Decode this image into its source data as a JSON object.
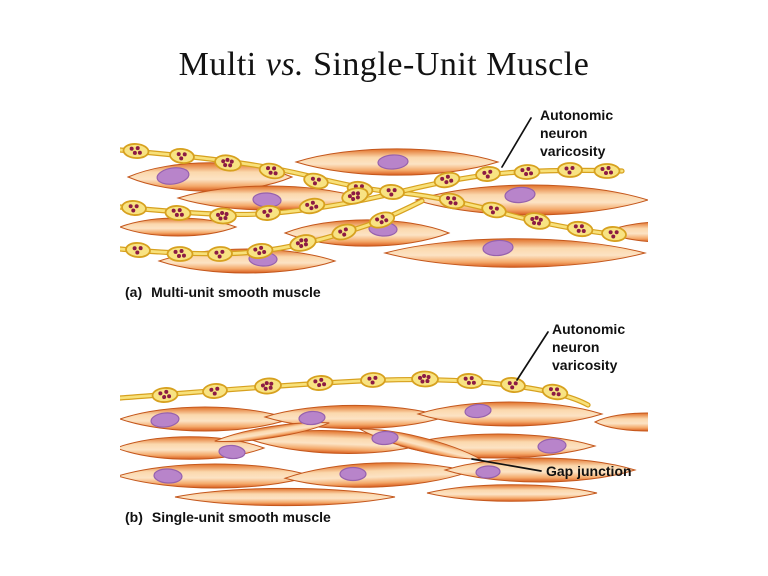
{
  "slide": {
    "background": "#ffffff"
  },
  "title": {
    "pre": "Multi",
    "vs": "vs.",
    "post": "Single-Unit Muscle"
  },
  "panel_a": {
    "caption_prefix": "(a)",
    "caption": "Multi-unit smooth muscle",
    "label_varicosity": {
      "line1": "Autonomic",
      "line2": "neuron",
      "line3": "varicosity"
    }
  },
  "panel_b": {
    "caption_prefix": "(b)",
    "caption": "Single-unit smooth muscle",
    "label_varicosity": {
      "line1": "Autonomic",
      "line2": "neuron",
      "line3": "varicosity"
    },
    "label_gap_junction": "Gap junction"
  },
  "colors": {
    "cell_edge": "#e17028",
    "cell_center": "#fce3c4",
    "cell_outline": "#c4571c",
    "nucleus_fill": "#b884ca",
    "nucleus_outline": "#9661ad",
    "neuron_fill": "#f8e17a",
    "neuron_outline": "#d7a11f",
    "varicosity_fill": "#f8e383",
    "neurotransmitter_dot": "#8c1b44",
    "label_text": "#111111",
    "title_text": "#121212"
  }
}
